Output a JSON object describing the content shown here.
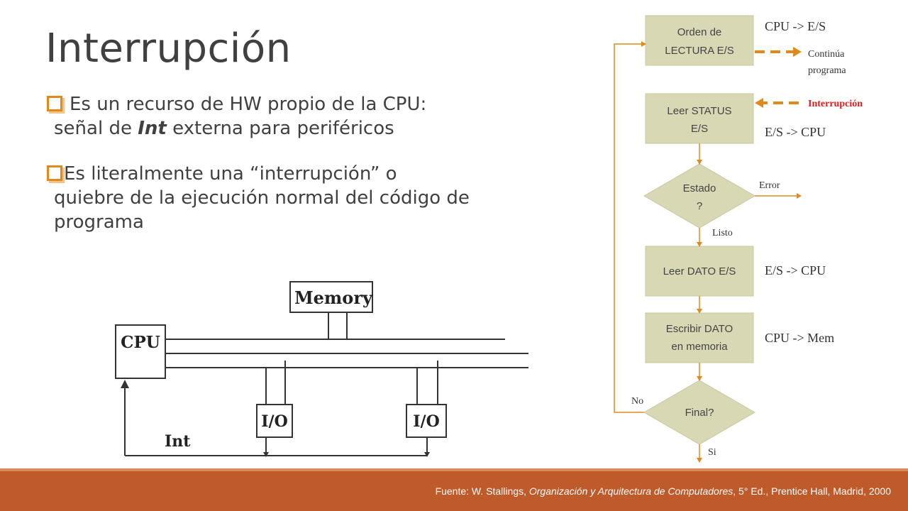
{
  "slide": {
    "title": "Interrupción",
    "bullets": [
      {
        "line1": "Es un recurso de HW propio de la CPU:",
        "line2_pre": "señal de ",
        "line2_em": "Int",
        "line2_post": " externa para periféricos"
      },
      {
        "line1": "Es literalmente una “interrupción” o",
        "line2": "quiebre de la ejecución normal del código de",
        "line3": "programa"
      }
    ]
  },
  "bus_diagram": {
    "memory": "Memory",
    "cpu": "CPU",
    "io1": "I/O",
    "io2": "I/O",
    "int_label": "Int"
  },
  "flowchart": {
    "boxes": {
      "orden_line1": "Orden de",
      "orden_line2": "LECTURA E/S",
      "leer_status_line1": "Leer STATUS",
      "leer_status_line2": "E/S",
      "estado_line1": "Estado",
      "estado_line2": "?",
      "leer_dato": "Leer DATO E/S",
      "escribir_line1": "Escribir DATO",
      "escribir_line2": "en memoria",
      "final": "Final?"
    },
    "labels": {
      "cpu_es": "CPU -> E/S",
      "continua_line1": "Continúa",
      "continua_line2": "programa",
      "interrupcion": "Interrupción",
      "es_cpu_1": "E/S -> CPU",
      "error": "Error",
      "listo": "Listo",
      "es_cpu_2": "E/S -> CPU",
      "cpu_mem": "CPU -> Mem",
      "no": "No",
      "si": "Si"
    },
    "colors": {
      "box_fill": "#d9d8b4",
      "box_stroke": "#c8c79e",
      "arrow": "#e08a1e",
      "interrupt_text": "#d62020"
    }
  },
  "footer": {
    "pre": "Fuente: W. Stallings, ",
    "em": "Organización y Arquitectura de Computadores",
    "post": ", 5° Ed., Prentice Hall, Madrid, 2000"
  }
}
